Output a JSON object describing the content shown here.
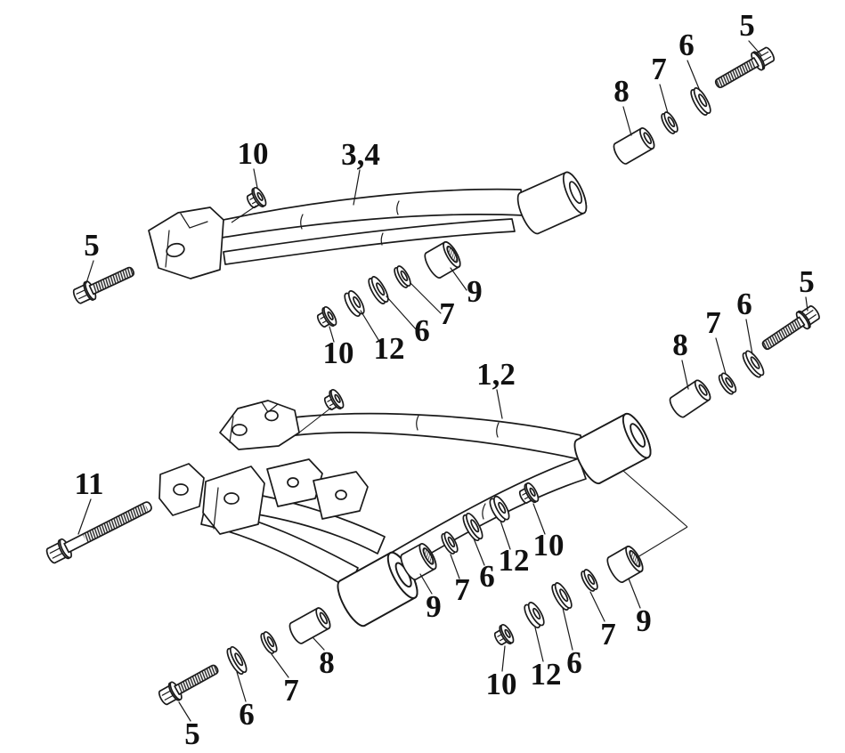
{
  "diagram": {
    "type": "exploded-parts-diagram",
    "subject": "Suspension A-arm assemblies exploded view",
    "colors": {
      "background": "#ffffff",
      "line": "#1a1a1a",
      "label": "#111111"
    },
    "callouts": [
      {
        "label": "5",
        "part": "hex-flange-bolt"
      },
      {
        "label": "6",
        "part": "flat-washer"
      },
      {
        "label": "7",
        "part": "small-washer"
      },
      {
        "label": "8",
        "part": "spacer-sleeve"
      },
      {
        "label": "10",
        "part": "flange-lock-nut"
      },
      {
        "label": "3,4",
        "part": "upper-a-arm"
      },
      {
        "label": "5",
        "part": "hex-flange-bolt"
      },
      {
        "label": "9",
        "part": "pivot-bushing"
      },
      {
        "label": "7",
        "part": "small-washer"
      },
      {
        "label": "6",
        "part": "flat-washer"
      },
      {
        "label": "12",
        "part": "cup-washer"
      },
      {
        "label": "10",
        "part": "flange-lock-nut"
      },
      {
        "label": "5",
        "part": "hex-flange-bolt"
      },
      {
        "label": "6",
        "part": "flat-washer"
      },
      {
        "label": "7",
        "part": "small-washer"
      },
      {
        "label": "8",
        "part": "spacer-sleeve"
      },
      {
        "label": "1,2",
        "part": "lower-a-arm"
      },
      {
        "label": "10",
        "part": "flange-lock-nut"
      },
      {
        "label": "12",
        "part": "cup-washer"
      },
      {
        "label": "6",
        "part": "flat-washer"
      },
      {
        "label": "7",
        "part": "small-washer"
      },
      {
        "label": "9",
        "part": "pivot-bushing"
      },
      {
        "label": "11",
        "part": "long-hex-flange-bolt"
      },
      {
        "label": "5",
        "part": "hex-flange-bolt"
      },
      {
        "label": "6",
        "part": "flat-washer"
      },
      {
        "label": "7",
        "part": "small-washer"
      },
      {
        "label": "8",
        "part": "spacer-sleeve"
      },
      {
        "label": "10",
        "part": "flange-lock-nut"
      },
      {
        "label": "12",
        "part": "cup-washer"
      },
      {
        "label": "6",
        "part": "flat-washer"
      },
      {
        "label": "7",
        "part": "small-washer"
      },
      {
        "label": "9",
        "part": "pivot-bushing"
      }
    ]
  }
}
